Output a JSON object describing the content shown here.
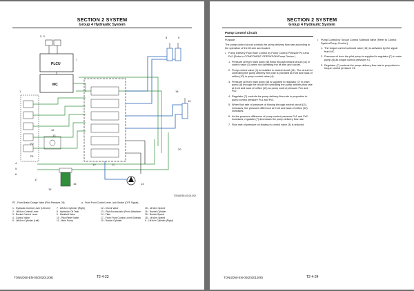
{
  "left": {
    "section": "SECTION 2 SYSTEM",
    "group": "Group 4 Hydraulic System",
    "block_labels": {
      "plcu": "PLCU",
      "mc": "MC"
    },
    "callouts": [
      "2, 3",
      "1",
      "7",
      "8",
      "9",
      "18",
      "19",
      "20",
      "14",
      "12",
      "13",
      "P2",
      "P1",
      "4",
      "5",
      "6",
      "16",
      "17",
      "15",
      "10",
      "11"
    ],
    "ref_code": "TONUD50-02-04-002",
    "legend_top": [
      "P2 - From Brake Charge Valve (Pilot Pressure Oil)",
      "a - From Front Control Lever Lock Switch (OFF Signal)"
    ],
    "legend": [
      "1 - Hydraulic Control Lever (Lift Arm)",
      "2 - Lift Arm Control Lever",
      "3 - Bucket Control Lever",
      "4 - Control Valve",
      "5 - Lift Arm Cylinder (Left)",
      "6 - Lift Arm Cylinder (Right)",
      "7 - Lift Arm Cylinder (Right)",
      "8 - Hydraulic Oil Tank",
      "9 - Manifold Valve",
      "10 - Pilot Relief Valve",
      "11 - Main Pump",
      "12 - Check Valve",
      "13 - Pilot Accumulator (Front Attachment)",
      "14 - Filter",
      "15 - Lift Arm Speed",
      "16 - Bucket Cylinder",
      "17 - From Front Control Lever Solenoid Valve",
      "18 - Lift Arm Speed",
      "19 - Bucket Cylinder",
      "20 - Bucket Speed"
    ],
    "footer_code": "TONUD50-EN-00(20201208)",
    "page_no": "T2-4-23"
  },
  "right": {
    "section": "SECTION 2 SYSTEM",
    "group": "Group 4 Hydraulic System",
    "subheading": "Pump Control Circuit",
    "purpose_label": "Purpose:",
    "purpose_text": "The pump control circuit controls the pump delivery flow rate according to the operation of the lift arm and bucket.",
    "bullet_1": "Pump Delivery Flow Rate Control by Pump Control Pressure Pc1 and Pc2 (Refer to COMPONENT OPERATION/Pump Device.)",
    "steps_1": [
      "Pressure oil from main pump (8) flows through neutral circuit (11) in control valve (3) when not operating the lift arm and bucket.",
      "Pump control valve (4) is installed in neutral circuit (11). The circuit for controlling the pump delivery flow rate is provided at front and back of orifice (10) in pump control valve (4).",
      "Pressure oil from main pump (8) is supplied to regulator (7) in main pump (8) through the circuit for controlling the pump delivery flow rate at front and back of orifice (10) as pump control pressure Pc1 and Pc2.",
      "Regulator (7) controls the pump delivery flow rate in proportion to pump control pressure Pc1 and Pc2.",
      "When flow rate of pressure oil flowing through neutral circuit (11) increases, the pressure difference at front and back of orifice (10) increases.",
      "As the pressure difference of pump control pressure Pc1 and Pc2 increases, regulator (7) decreases the pump delivery flow rate.",
      "Flow rate of pressure oil flowing to control valve (3) is reduced."
    ],
    "bullet_2": "Pump Control by Torque Control Solenoid Valve (Refer to Control System/Pump Control.)",
    "steps_2": [
      "The torque control solenoid valve (14) is activated by the signal from MC.",
      "Pressure oil from the pilot pump is supplied to regulator (7) in main pump (8) as torque control pressure X1.",
      "Regulator (7) controls the pump delivery flow rate in proportion to torque control pressure X1."
    ],
    "footer_code": "TONUD50-EN-00(20201208)",
    "page_no": "T2-4-24"
  }
}
